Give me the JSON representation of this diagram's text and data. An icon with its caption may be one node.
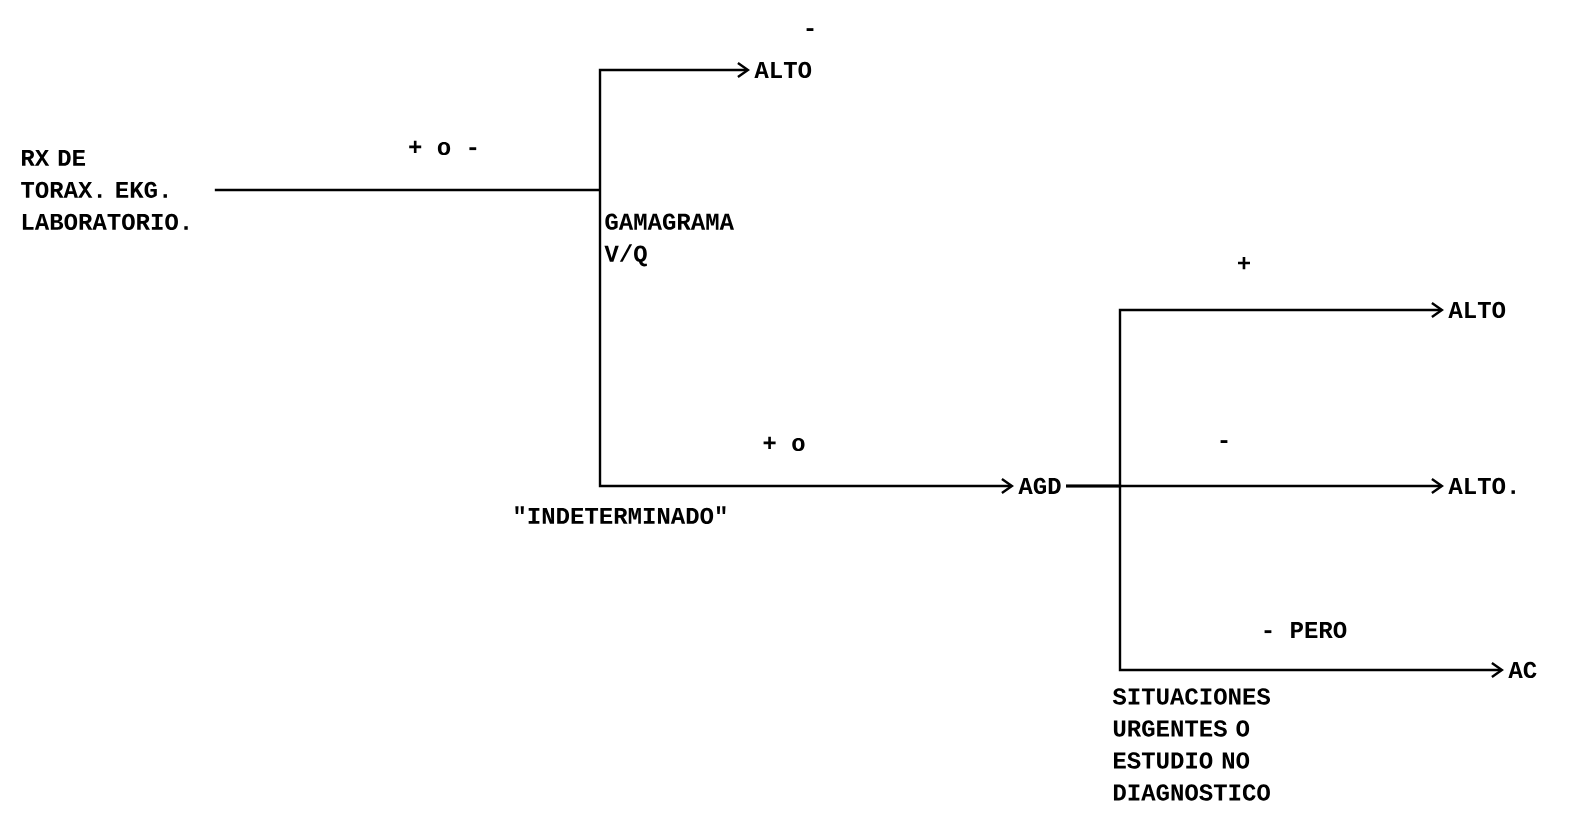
{
  "diagram": {
    "nodes": [
      {
        "text": [
          "RX DE TORAX. EKG. LABORATORIO."
        ]
      },
      {
        "text": [
          "GAMAGRAMA V/Q"
        ]
      },
      {
        "text": [
          "ALTO"
        ]
      },
      {
        "text": [
          "AGD"
        ]
      },
      {
        "text": [
          "ALTO"
        ]
      },
      {
        "text": [
          "ALTO."
        ]
      },
      {
        "text": [
          "AC"
        ]
      }
    ],
    "edges": [
      {
        "from": 0,
        "to": 1,
        "arrow": "none",
        "label": "+ o -"
      },
      {
        "from": 1,
        "to": 2,
        "arrow": "to",
        "label": "-"
      },
      {
        "from": 1,
        "to": 3,
        "arrow": "to",
        "label": "+ o"
      },
      {
        "from": 3,
        "to": 4,
        "arrow": "to",
        "label": "+"
      },
      {
        "from": 3,
        "to": 5,
        "arrow": "to",
        "label": "-"
      },
      {
        "from": 3,
        "to": 6,
        "arrow": "to",
        "label": "- PERO"
      }
    ],
    "labels": [
      "\"INDETERMINADO\"",
      "SITUACIONES URGENTES O ESTUDIO NO DIAGNOSTICO"
    ]
  }
}
